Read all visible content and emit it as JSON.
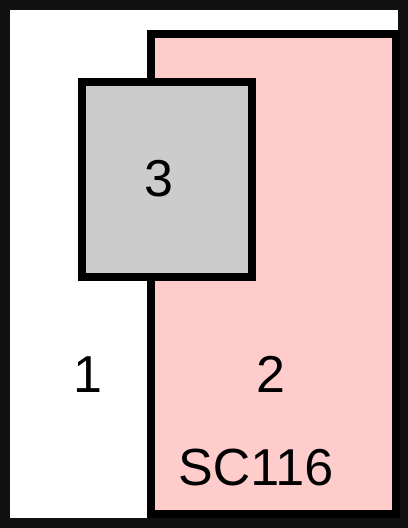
{
  "regions": {
    "one": {
      "label": "1",
      "color": "#ffffff"
    },
    "two": {
      "label": "2",
      "color": "#ffcccc"
    },
    "three": {
      "label": "3",
      "color": "#cccccc"
    }
  },
  "code_label": "SC116",
  "colors": {
    "border": "#000000",
    "frame": "#111111"
  }
}
